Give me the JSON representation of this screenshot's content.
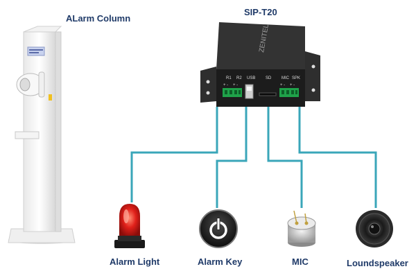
{
  "labels": {
    "alarm_column": "ALarm Column",
    "device": "SIP-T20",
    "alarm_light": "Alarm Light",
    "alarm_key": "Alarm Key",
    "mic": "MIC",
    "loudspeaker": "Loundspeaker"
  },
  "device": {
    "brand": "ZENITEL",
    "ports": [
      "R1",
      "R2",
      "USB",
      "SD",
      "MIC",
      "SPK"
    ],
    "polarity": "+ -"
  },
  "colors": {
    "wire": "#3aa6b9",
    "label": "#1f3a68",
    "device_body": "#2a2a2a",
    "terminal": "#1fa24a",
    "alarm_red": "#e0201a"
  },
  "icons": {
    "alarm_column": "pillar-intercom-icon",
    "alarm_light": "beacon-light-icon",
    "alarm_key": "power-button-icon",
    "mic": "microphone-capsule-icon",
    "loudspeaker": "speaker-icon"
  }
}
